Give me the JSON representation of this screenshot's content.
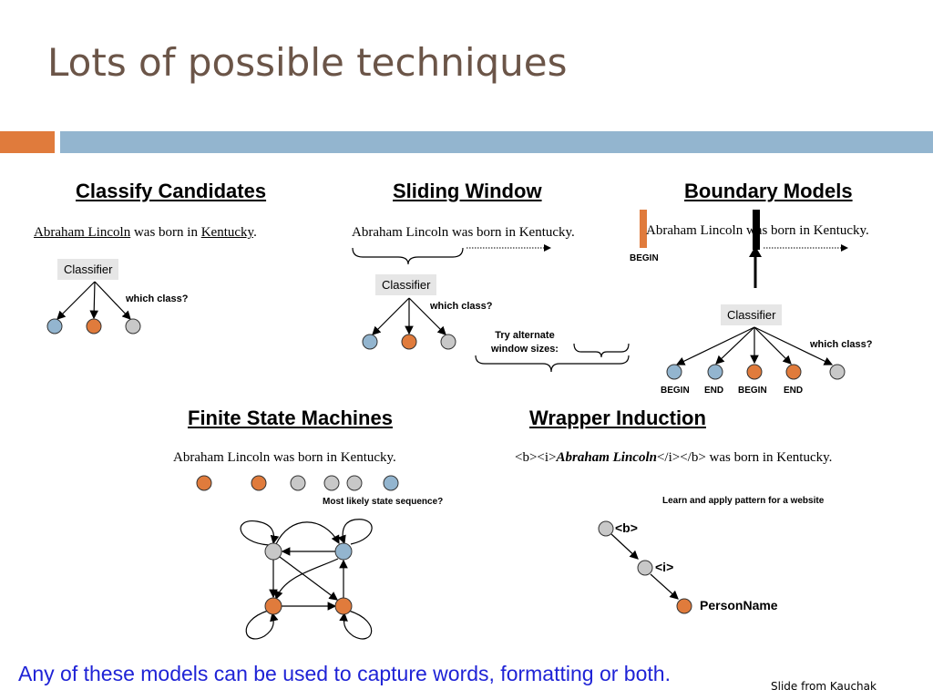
{
  "slide": {
    "title": "Lots of possible techniques",
    "footer": "Any of these models can be used to capture words, formatting or both.",
    "credit": "Slide from Kauchak"
  },
  "colors": {
    "orange": "#e07b3c",
    "blue": "#93b5cf",
    "gray": "#c8c8c8",
    "footer_text": "#1f23d6"
  },
  "classify": {
    "heading": "Classify Candidates",
    "sentence_parts": [
      "Abraham Lincoln",
      " was born in ",
      "Kentucky",
      "."
    ],
    "classifier": "Classifier",
    "which_class": "which class?"
  },
  "sliding": {
    "heading": "Sliding Window",
    "sentence": "Abraham Lincoln was born in Kentucky.",
    "classifier": "Classifier",
    "which_class": "which class?",
    "try_line1": "Try alternate",
    "try_line2": "window sizes:"
  },
  "boundary": {
    "heading": "Boundary Models",
    "sentence": "Abraham Lincoln was born in Kentucky.",
    "begin_marker": "BEGIN",
    "classifier": "Classifier",
    "which_class": "which class?",
    "leaf_labels": [
      "BEGIN",
      "END",
      "BEGIN",
      "END"
    ]
  },
  "fsm": {
    "heading": "Finite State Machines",
    "sentence": "Abraham Lincoln was born in Kentucky.",
    "most_likely": "Most likely state sequence?"
  },
  "wrapper": {
    "heading": "Wrapper Induction",
    "sentence_prefix": "<b><i>",
    "sentence_name": "Abraham Lincoln",
    "sentence_suffix": "</i></b> was born in Kentucky.",
    "learn_apply": "Learn and apply pattern for a website",
    "nodes": [
      "<b>",
      "<i>",
      "PersonName"
    ]
  }
}
